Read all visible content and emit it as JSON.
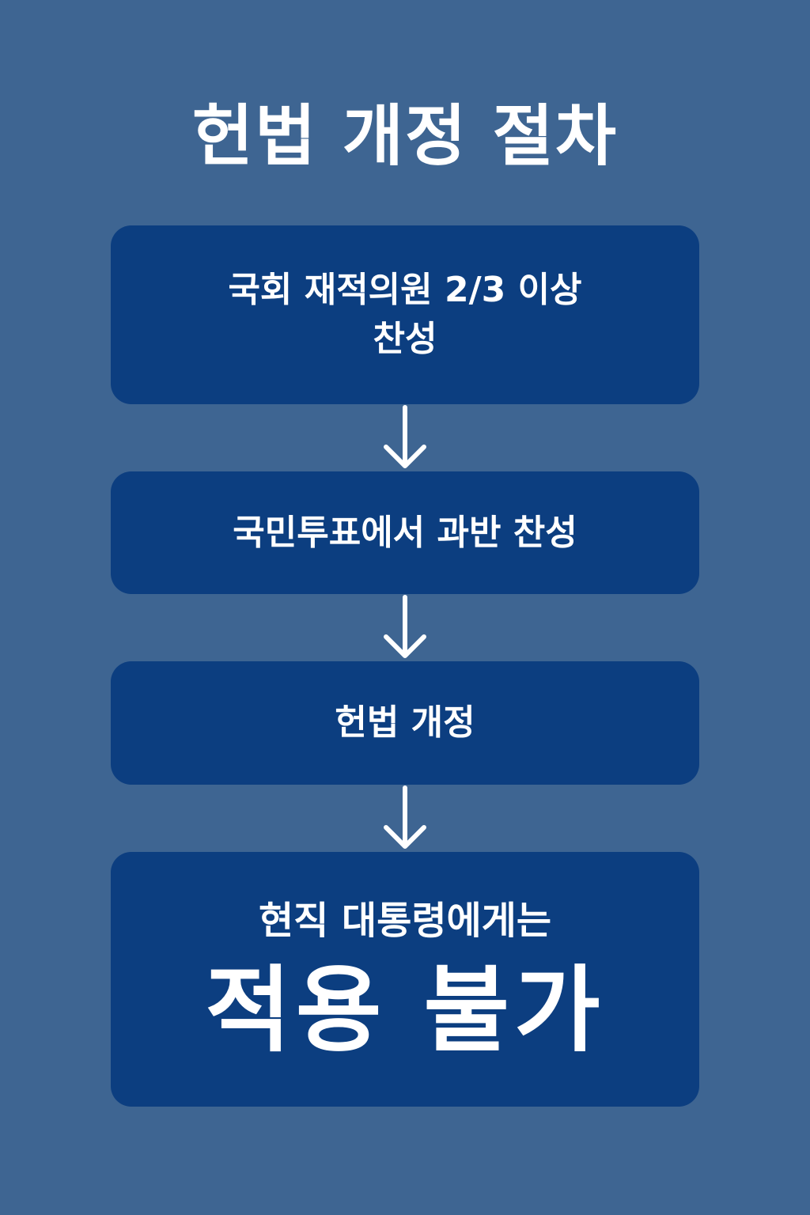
{
  "title": "헌법 개정 절차",
  "steps": [
    {
      "lines": [
        "국회 재적의원 2/3 이상",
        "찬성"
      ]
    },
    {
      "lines": [
        "국민투표에서 과반 찬성"
      ]
    },
    {
      "lines": [
        "헌법 개정"
      ]
    },
    {
      "sub": "현직 대통령에게는",
      "big": "적용 불가"
    }
  ],
  "colors": {
    "background": "#3e6592",
    "box": "#0c3e80",
    "text": "#ffffff"
  },
  "icons": [
    "arrow-down-icon"
  ]
}
